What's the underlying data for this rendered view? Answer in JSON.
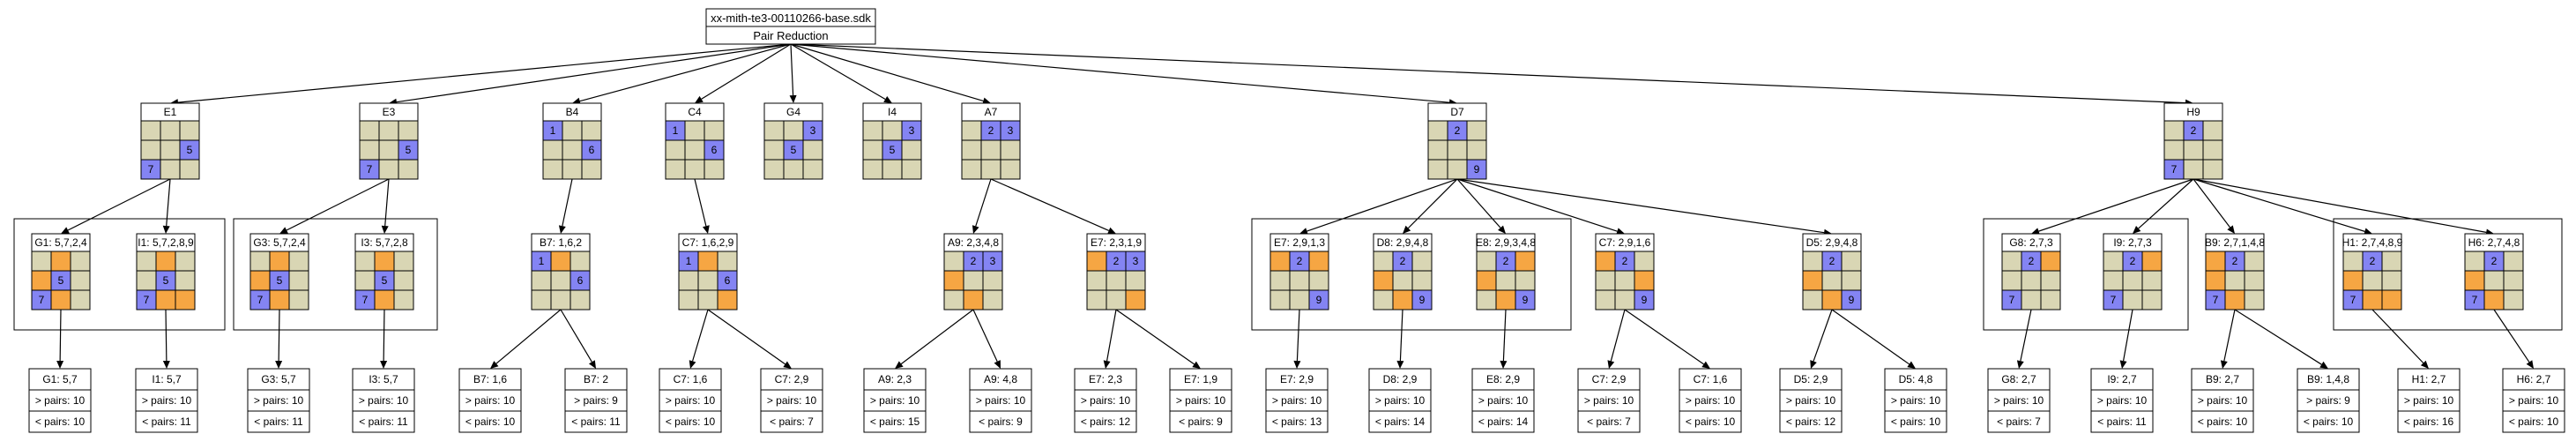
{
  "root": {
    "title": "xx-mith-te3-00110266-base.sdk",
    "subtitle": "Pair Reduction"
  },
  "colors": {
    "base": "#d9d6b4",
    "blue": "#8484f3",
    "orange": "#f6a643",
    "line": "#000000",
    "white": "#ffffff"
  },
  "nodes": [
    {
      "id": "E1",
      "label": "E1",
      "grid": [
        "bbb",
        "bbB",
        "Bbb"
      ],
      "nums": [
        "",
        "",
        "",
        "",
        "",
        "5",
        "7",
        "",
        ""
      ]
    },
    {
      "id": "E3",
      "label": "E3",
      "grid": [
        "bbb",
        "bbB",
        "Bbb"
      ],
      "nums": [
        "",
        "",
        "",
        "",
        "",
        "5",
        "7",
        "",
        ""
      ]
    },
    {
      "id": "B4",
      "label": "B4",
      "grid": [
        "Bbb",
        "bbB",
        "bbb"
      ],
      "nums": [
        "1",
        "",
        "",
        "",
        "",
        "6",
        "",
        "",
        ""
      ]
    },
    {
      "id": "C4",
      "label": "C4",
      "grid": [
        "Bbb",
        "bbB",
        "bbb"
      ],
      "nums": [
        "1",
        "",
        "",
        "",
        "",
        "6",
        "",
        "",
        ""
      ]
    },
    {
      "id": "G4",
      "label": "G4",
      "grid": [
        "bbB",
        "bBb",
        "bbb"
      ],
      "nums": [
        "",
        "",
        "3",
        "",
        "5",
        "",
        "",
        "",
        ""
      ]
    },
    {
      "id": "I4",
      "label": "I4",
      "grid": [
        "bbB",
        "bBb",
        "bbb"
      ],
      "nums": [
        "",
        "",
        "3",
        "",
        "5",
        "",
        "",
        "",
        ""
      ]
    },
    {
      "id": "A7",
      "label": "A7",
      "grid": [
        "bBB",
        "bbb",
        "bbb"
      ],
      "nums": [
        "",
        "2",
        "3",
        "",
        "",
        "",
        "",
        "",
        ""
      ]
    },
    {
      "id": "D7",
      "label": "D7",
      "grid": [
        "bBb",
        "bbb",
        "bbB"
      ],
      "nums": [
        "",
        "2",
        "",
        "",
        "",
        "",
        "",
        "",
        "9"
      ]
    },
    {
      "id": "H9",
      "label": "H9",
      "grid": [
        "bBb",
        "bbb",
        "Bbb"
      ],
      "nums": [
        "",
        "2",
        "",
        "",
        "",
        "",
        "7",
        "",
        ""
      ]
    },
    {
      "id": "G1",
      "label": "G1: 5,7,2,4",
      "grid": [
        "bOb",
        "OBb",
        "BOb"
      ],
      "nums": [
        "",
        "",
        "",
        "",
        "5",
        "",
        "7",
        "",
        ""
      ]
    },
    {
      "id": "I1",
      "label": "I1: 5,7,2,8,9",
      "grid": [
        "bOb",
        "bBb",
        "BOO"
      ],
      "nums": [
        "",
        "",
        "",
        "",
        "5",
        "",
        "7",
        "",
        ""
      ]
    },
    {
      "id": "G3",
      "label": "G3: 5,7,2,4",
      "grid": [
        "bOb",
        "OBb",
        "BOb"
      ],
      "nums": [
        "",
        "",
        "",
        "",
        "5",
        "",
        "7",
        "",
        ""
      ]
    },
    {
      "id": "I3",
      "label": "I3: 5,7,2,8",
      "grid": [
        "bOb",
        "bBb",
        "BOb"
      ],
      "nums": [
        "",
        "",
        "",
        "",
        "5",
        "",
        "7",
        "",
        ""
      ]
    },
    {
      "id": "B7",
      "label": "B7: 1,6,2",
      "grid": [
        "BOb",
        "bbB",
        "bbb"
      ],
      "nums": [
        "1",
        "",
        "",
        "",
        "",
        "6",
        "",
        "",
        ""
      ]
    },
    {
      "id": "C7",
      "label": "C7: 1,6,2,9",
      "grid": [
        "BOb",
        "bbB",
        "bbO"
      ],
      "nums": [
        "1",
        "",
        "",
        "",
        "",
        "6",
        "",
        "",
        ""
      ]
    },
    {
      "id": "A9",
      "label": "A9: 2,3,4,8",
      "grid": [
        "bBB",
        "Obb",
        "bOb"
      ],
      "nums": [
        "",
        "2",
        "3",
        "",
        "",
        "",
        "",
        "",
        ""
      ]
    },
    {
      "id": "E7",
      "label": "E7: 2,3,1,9",
      "grid": [
        "OBB",
        "bbb",
        "bbO"
      ],
      "nums": [
        "",
        "2",
        "3",
        "",
        "",
        "",
        "",
        "",
        ""
      ]
    },
    {
      "id": "E7b",
      "label": "E7: 2,9,1,3",
      "grid": [
        "OBO",
        "bbb",
        "bbB"
      ],
      "nums": [
        "",
        "2",
        "",
        "",
        "",
        "",
        "",
        "",
        "9"
      ]
    },
    {
      "id": "D8",
      "label": "D8: 2,9,4,8",
      "grid": [
        "bBb",
        "Obb",
        "bOB"
      ],
      "nums": [
        "",
        "2",
        "",
        "",
        "",
        "",
        "",
        "",
        "9"
      ]
    },
    {
      "id": "E8",
      "label": "E8: 2,9,3,4,8",
      "grid": [
        "bBO",
        "Obb",
        "bOB"
      ],
      "nums": [
        "",
        "2",
        "",
        "",
        "",
        "",
        "",
        "",
        "9"
      ]
    },
    {
      "id": "C7b",
      "label": "C7: 2,9,1,6",
      "grid": [
        "OBb",
        "bbO",
        "bbB"
      ],
      "nums": [
        "",
        "2",
        "",
        "",
        "",
        "",
        "",
        "",
        "9"
      ]
    },
    {
      "id": "D5",
      "label": "D5: 2,9,4,8",
      "grid": [
        "bBb",
        "Obb",
        "bOB"
      ],
      "nums": [
        "",
        "2",
        "",
        "",
        "",
        "",
        "",
        "",
        "9"
      ]
    },
    {
      "id": "G8",
      "label": "G8: 2,7,3",
      "grid": [
        "bBO",
        "bbb",
        "Bbb"
      ],
      "nums": [
        "",
        "2",
        "",
        "",
        "",
        "",
        "7",
        "",
        ""
      ]
    },
    {
      "id": "I9",
      "label": "I9: 2,7,3",
      "grid": [
        "bBO",
        "bbb",
        "Bbb"
      ],
      "nums": [
        "",
        "2",
        "",
        "",
        "",
        "",
        "7",
        "",
        ""
      ]
    },
    {
      "id": "B9",
      "label": "B9: 2,7,1,4,8",
      "grid": [
        "OBb",
        "Obb",
        "BOb"
      ],
      "nums": [
        "",
        "2",
        "",
        "",
        "",
        "",
        "7",
        "",
        ""
      ]
    },
    {
      "id": "H1",
      "label": "H1: 2,7,4,8,9",
      "grid": [
        "bBb",
        "Obb",
        "BOO"
      ],
      "nums": [
        "",
        "2",
        "",
        "",
        "",
        "",
        "7",
        "",
        ""
      ]
    },
    {
      "id": "H6",
      "label": "H6: 2,7,4,8",
      "grid": [
        "bBb",
        "Obb",
        "BOb"
      ],
      "nums": [
        "",
        "2",
        "",
        "",
        "",
        "",
        "7",
        "",
        ""
      ]
    }
  ],
  "leaves": [
    {
      "id": "L-G1",
      "title": "G1: 5,7",
      "gt": "> pairs: 10",
      "lt": "< pairs: 10"
    },
    {
      "id": "L-I1",
      "title": "I1: 5,7",
      "gt": "> pairs: 10",
      "lt": "< pairs: 11"
    },
    {
      "id": "L-G3",
      "title": "G3: 5,7",
      "gt": "> pairs: 10",
      "lt": "< pairs: 11"
    },
    {
      "id": "L-I3",
      "title": "I3: 5,7",
      "gt": "> pairs: 10",
      "lt": "< pairs: 11"
    },
    {
      "id": "L-B7a",
      "title": "B7: 1,6",
      "gt": "> pairs: 10",
      "lt": "< pairs: 10"
    },
    {
      "id": "L-B7b",
      "title": "B7: 2",
      "gt": "> pairs: 9",
      "lt": "< pairs: 11"
    },
    {
      "id": "L-C7a",
      "title": "C7: 1,6",
      "gt": "> pairs: 10",
      "lt": "< pairs: 10"
    },
    {
      "id": "L-C7b",
      "title": "C7: 2,9",
      "gt": "> pairs: 10",
      "lt": "< pairs: 7"
    },
    {
      "id": "L-A9a",
      "title": "A9: 2,3",
      "gt": "> pairs: 10",
      "lt": "< pairs: 15"
    },
    {
      "id": "L-A9b",
      "title": "A9: 4,8",
      "gt": "> pairs: 10",
      "lt": "< pairs: 9"
    },
    {
      "id": "L-E7a",
      "title": "E7: 2,3",
      "gt": "> pairs: 10",
      "lt": "< pairs: 12"
    },
    {
      "id": "L-E7b",
      "title": "E7: 1,9",
      "gt": "> pairs: 10",
      "lt": "< pairs: 9"
    },
    {
      "id": "L-E7c",
      "title": "E7: 2,9",
      "gt": "> pairs: 10",
      "lt": "< pairs: 13"
    },
    {
      "id": "L-D8",
      "title": "D8: 2,9",
      "gt": "> pairs: 10",
      "lt": "< pairs: 14"
    },
    {
      "id": "L-E8",
      "title": "E8: 2,9",
      "gt": "> pairs: 10",
      "lt": "< pairs: 14"
    },
    {
      "id": "L-C7c",
      "title": "C7: 2,9",
      "gt": "> pairs: 10",
      "lt": "< pairs: 7"
    },
    {
      "id": "L-C7d",
      "title": "C7: 1,6",
      "gt": "> pairs: 10",
      "lt": "< pairs: 10"
    },
    {
      "id": "L-D5a",
      "title": "D5: 2,9",
      "gt": "> pairs: 10",
      "lt": "< pairs: 12"
    },
    {
      "id": "L-D5b",
      "title": "D5: 4,8",
      "gt": "> pairs: 10",
      "lt": "< pairs: 10"
    },
    {
      "id": "L-G8",
      "title": "G8: 2,7",
      "gt": "> pairs: 10",
      "lt": "< pairs: 7"
    },
    {
      "id": "L-I9",
      "title": "I9: 2,7",
      "gt": "> pairs: 10",
      "lt": "< pairs: 11"
    },
    {
      "id": "L-B9a",
      "title": "B9: 2,7",
      "gt": "> pairs: 10",
      "lt": "< pairs: 10"
    },
    {
      "id": "L-B9b",
      "title": "B9: 1,4,8",
      "gt": "> pairs: 9",
      "lt": "< pairs: 10"
    },
    {
      "id": "L-H1",
      "title": "H1: 2,7",
      "gt": "> pairs: 10",
      "lt": "< pairs: 16"
    },
    {
      "id": "L-H6",
      "title": "H6: 2,7",
      "gt": "> pairs: 10",
      "lt": "< pairs: 10"
    }
  ],
  "edges": [
    [
      "root",
      "E1"
    ],
    [
      "root",
      "E3"
    ],
    [
      "root",
      "B4"
    ],
    [
      "root",
      "C4"
    ],
    [
      "root",
      "G4"
    ],
    [
      "root",
      "I4"
    ],
    [
      "root",
      "A7"
    ],
    [
      "root",
      "D7"
    ],
    [
      "root",
      "H9"
    ],
    [
      "E1",
      "G1"
    ],
    [
      "E1",
      "I1"
    ],
    [
      "E3",
      "G3"
    ],
    [
      "E3",
      "I3"
    ],
    [
      "B4",
      "B7"
    ],
    [
      "C4",
      "C7"
    ],
    [
      "A7",
      "A9"
    ],
    [
      "A7",
      "E7"
    ],
    [
      "D7",
      "E7b"
    ],
    [
      "D7",
      "D8"
    ],
    [
      "D7",
      "E8"
    ],
    [
      "D7",
      "C7b"
    ],
    [
      "D7",
      "D5"
    ],
    [
      "H9",
      "G8"
    ],
    [
      "H9",
      "I9"
    ],
    [
      "H9",
      "B9"
    ],
    [
      "H9",
      "H1"
    ],
    [
      "H9",
      "H6"
    ],
    [
      "G1",
      "L-G1"
    ],
    [
      "I1",
      "L-I1"
    ],
    [
      "G3",
      "L-G3"
    ],
    [
      "I3",
      "L-I3"
    ],
    [
      "B7",
      "L-B7a"
    ],
    [
      "B7",
      "L-B7b"
    ],
    [
      "C7",
      "L-C7a"
    ],
    [
      "C7",
      "L-C7b"
    ],
    [
      "A9",
      "L-A9a"
    ],
    [
      "A9",
      "L-A9b"
    ],
    [
      "E7",
      "L-E7a"
    ],
    [
      "E7",
      "L-E7b"
    ],
    [
      "E7b",
      "L-E7c"
    ],
    [
      "D8",
      "L-D8"
    ],
    [
      "E8",
      "L-E8"
    ],
    [
      "C7b",
      "L-C7c"
    ],
    [
      "C7b",
      "L-C7d"
    ],
    [
      "D5",
      "L-D5a"
    ],
    [
      "D5",
      "L-D5b"
    ],
    [
      "G8",
      "L-G8"
    ],
    [
      "I9",
      "L-I9"
    ],
    [
      "B9",
      "L-B9a"
    ],
    [
      "B9",
      "L-B9b"
    ],
    [
      "H1",
      "L-H1"
    ],
    [
      "H6",
      "L-H6"
    ]
  ]
}
